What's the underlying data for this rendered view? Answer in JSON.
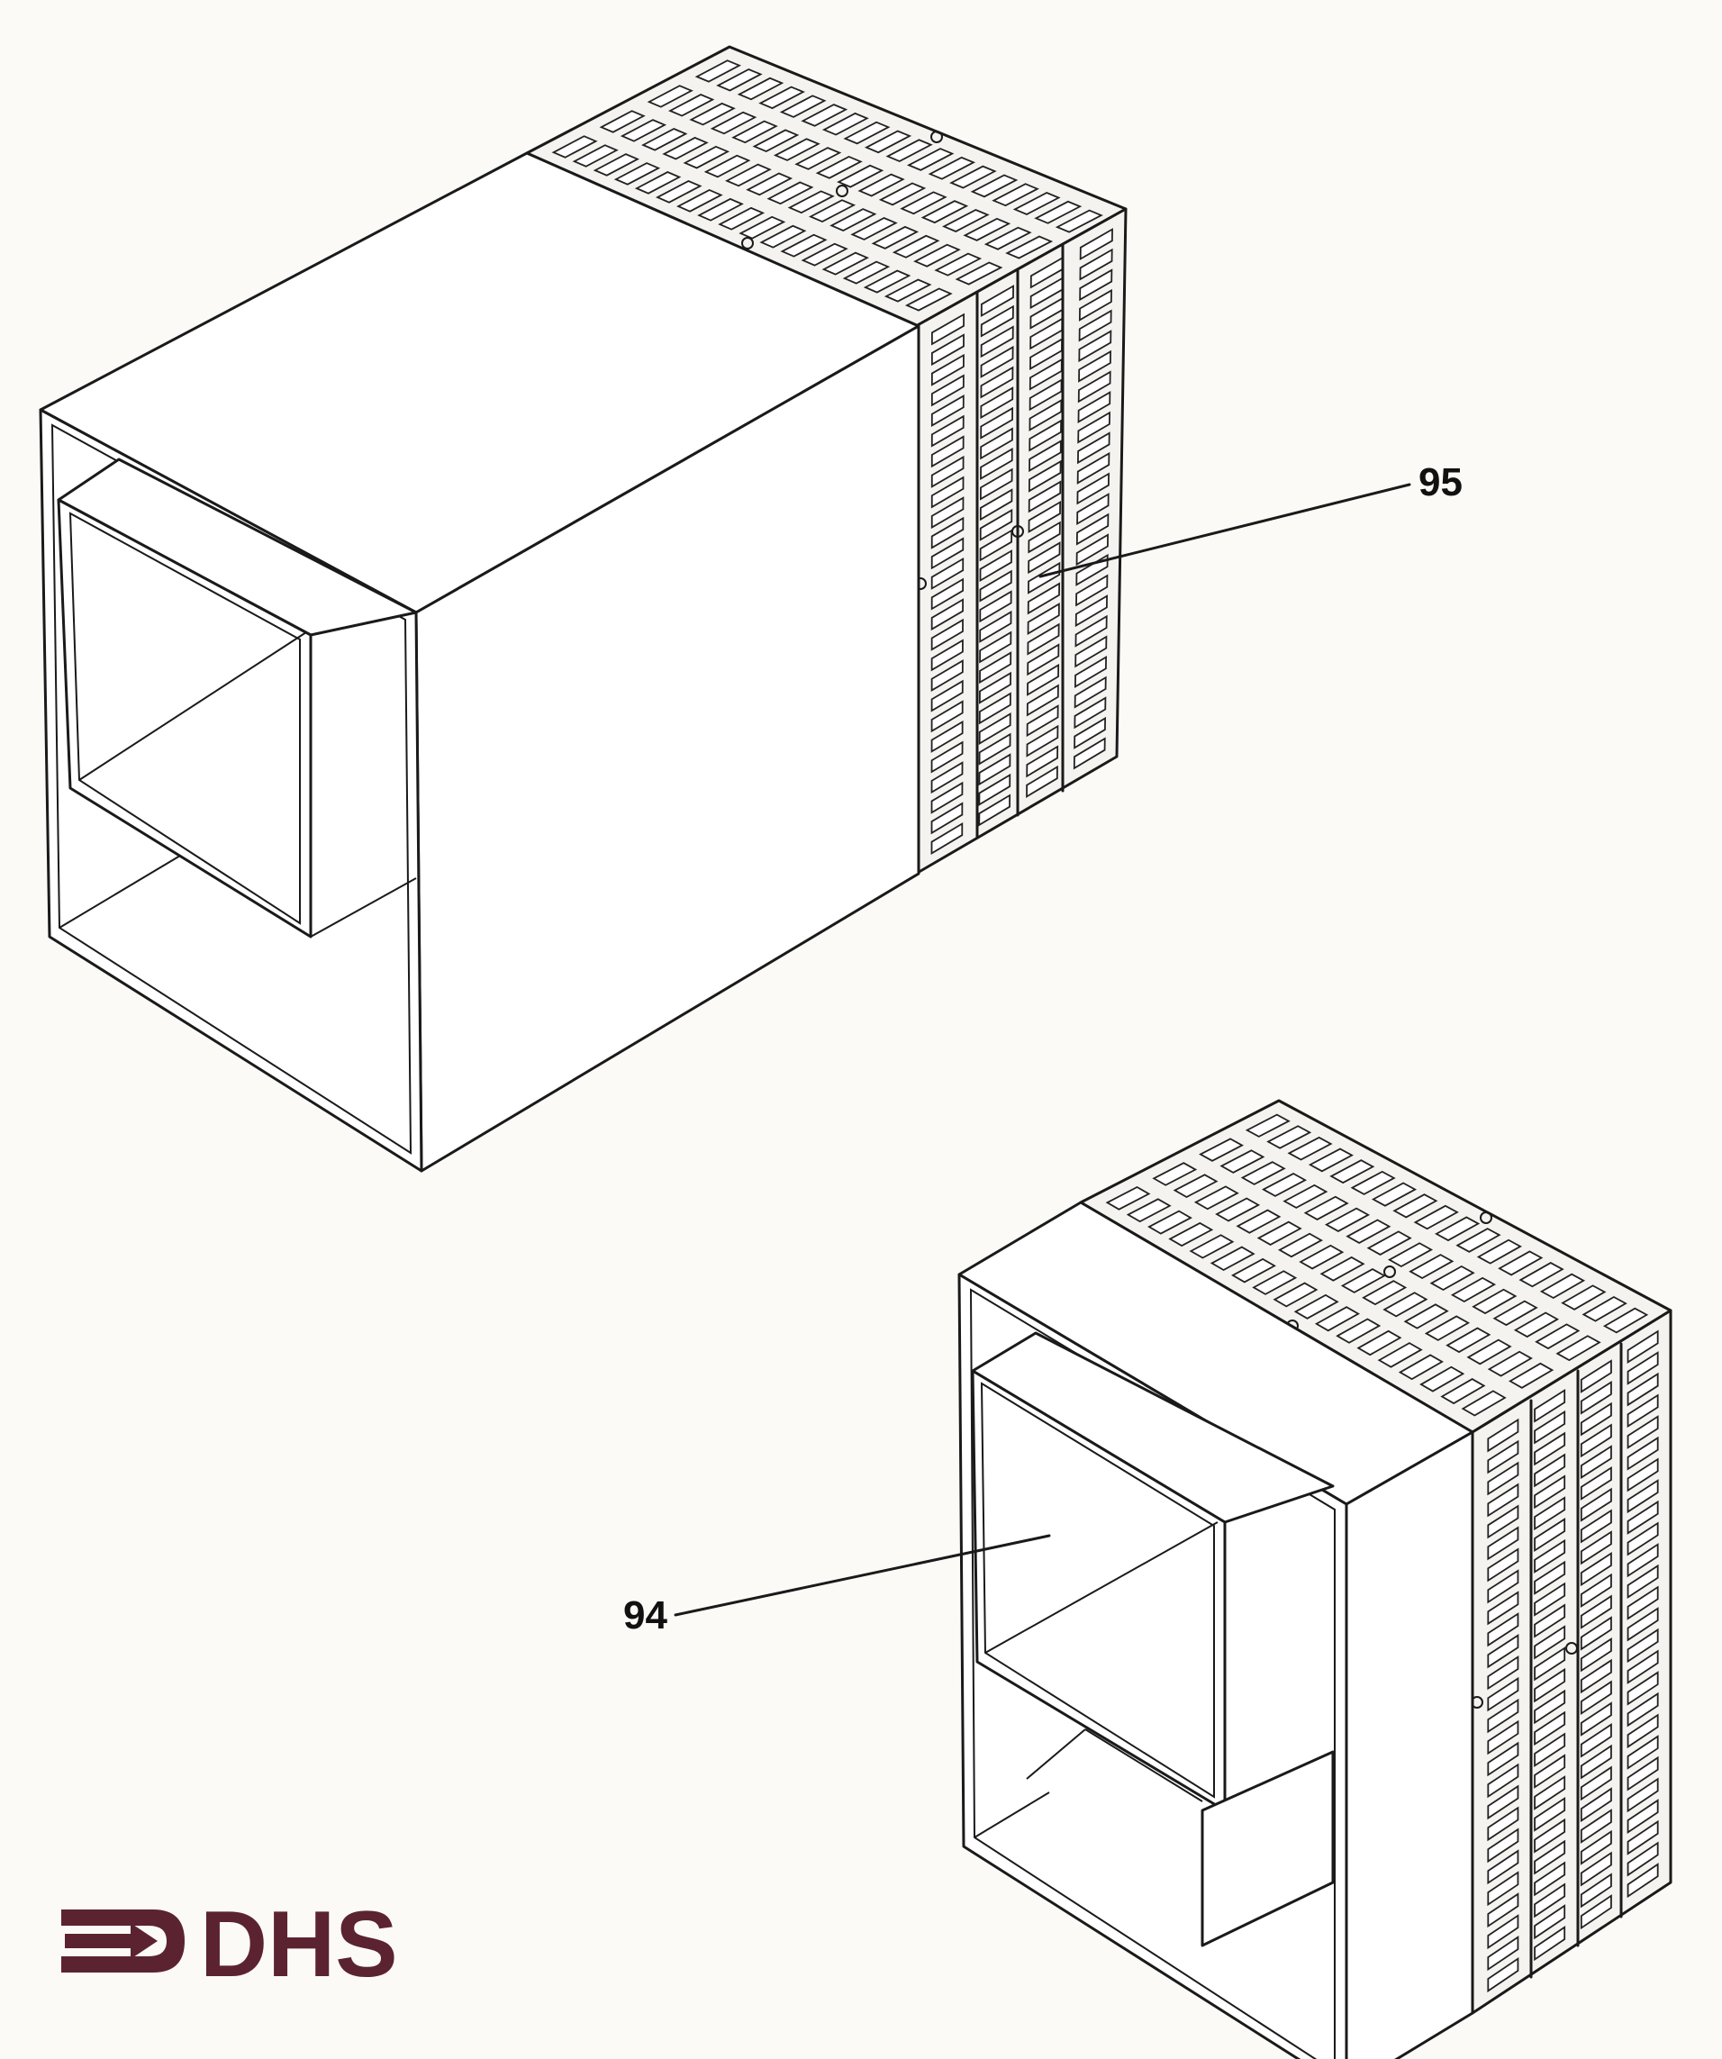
{
  "callouts": [
    {
      "id": "upper",
      "label": "95"
    },
    {
      "id": "lower",
      "label": "94"
    }
  ],
  "logo": {
    "text": "DHS",
    "color": "#5b2330"
  },
  "colors": {
    "ink": "#1a1a1a",
    "paper": "#fbfaf7"
  }
}
